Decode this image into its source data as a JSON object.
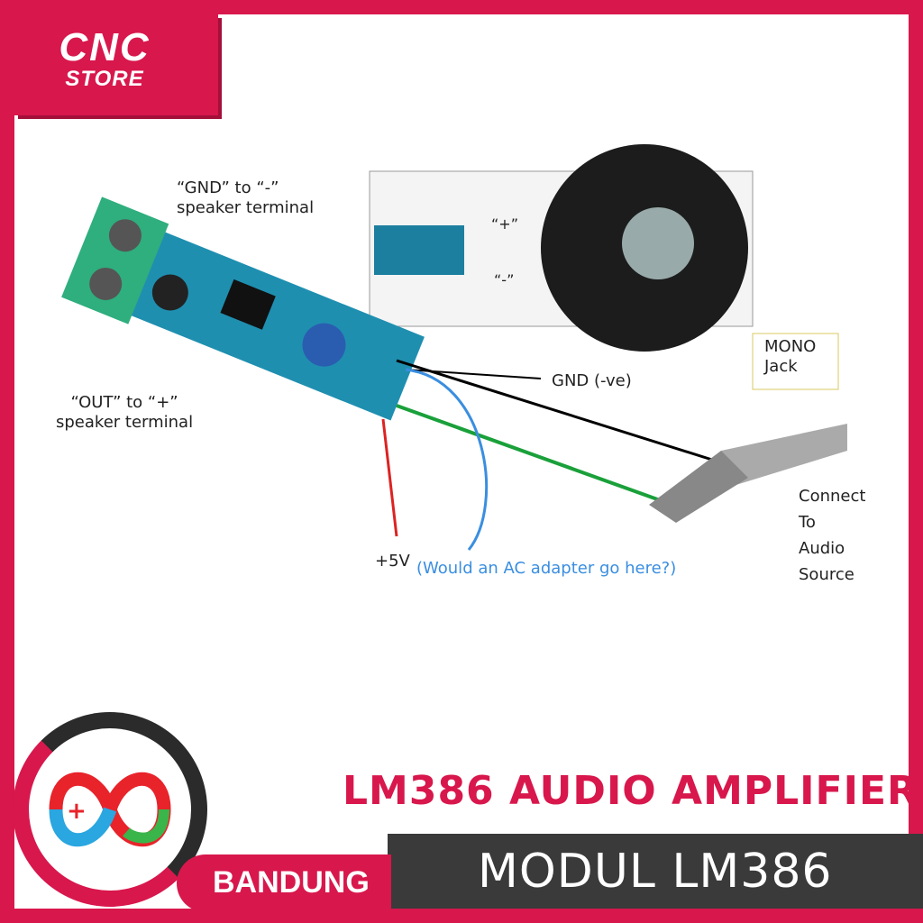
{
  "brand": {
    "line1": "CNC",
    "line2": "STORE"
  },
  "diagram": {
    "gnd_label": "“GND” to “-”\nspeaker terminal",
    "out_label": "“OUT” to “+”\nspeaker terminal",
    "plus_label": "“+”",
    "minus_label": "“-”",
    "mono_label": "MONO\nJack",
    "gnd_ve": "GND (-ve)",
    "connect": "Connect\nTo\nAudio\nSource",
    "v5": "+5V",
    "question": "(Would an AC adapter go here?)"
  },
  "product": {
    "title": "LM386 AUDIO AMPLIFIER",
    "subtitle": "MODUL LM386",
    "location": "BANDUNG"
  },
  "colors": {
    "brand": "#d8174c",
    "dark": "#3a3a3a"
  }
}
